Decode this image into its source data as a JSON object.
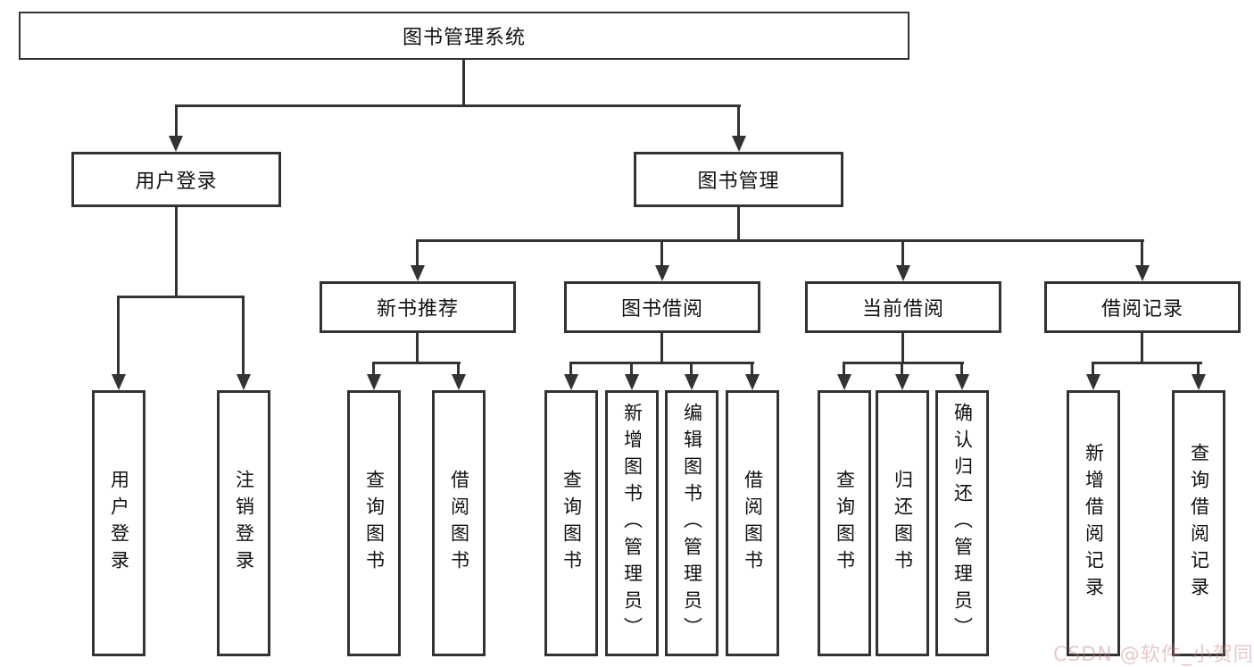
{
  "tree": {
    "label": "图书管理系统",
    "children": [
      {
        "label": "用户登录",
        "children": [
          {
            "label": "用户登录"
          },
          {
            "label": "注销登录"
          }
        ]
      },
      {
        "label": "图书管理",
        "children": [
          {
            "label": "新书推荐",
            "children": [
              {
                "label": "查询图书"
              },
              {
                "label": "借阅图书"
              }
            ]
          },
          {
            "label": "图书借阅",
            "children": [
              {
                "label": "查询图书"
              },
              {
                "label": "新增图书（管理员）"
              },
              {
                "label": "编辑图书（管理员）"
              },
              {
                "label": "借阅图书"
              }
            ]
          },
          {
            "label": "当前借阅",
            "children": [
              {
                "label": "查询图书"
              },
              {
                "label": "归还图书"
              },
              {
                "label": "确认归还（管理员）"
              }
            ]
          },
          {
            "label": "借阅记录",
            "children": [
              {
                "label": "新增借阅记录"
              },
              {
                "label": "查询借阅记录"
              }
            ]
          }
        ]
      }
    ]
  },
  "colors": {
    "line": "#333333",
    "text": "#111111",
    "watermark": "#cb7a7a"
  },
  "watermark": {
    "text": "CSDN @软件_小贺同学"
  }
}
